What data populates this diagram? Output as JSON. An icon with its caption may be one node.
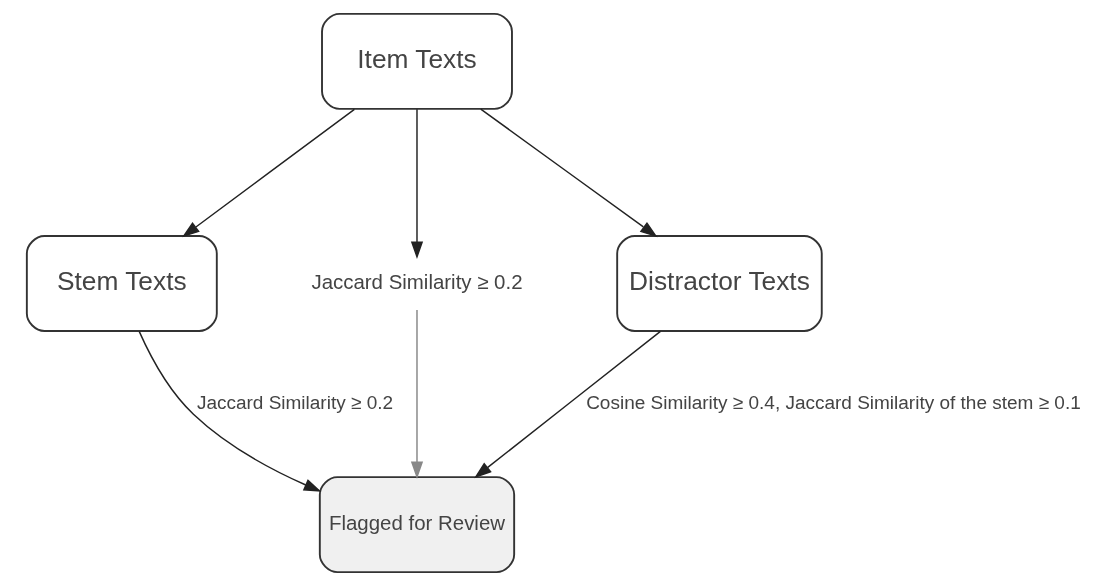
{
  "diagram": {
    "nodes": [
      {
        "text": [
          "Item Texts"
        ]
      },
      {
        "text": [
          "Stem Texts"
        ]
      },
      {
        "text": [
          "Jaccard Similarity ≥ 0.2"
        ]
      },
      {
        "text": [
          "Distractor Texts"
        ]
      },
      {
        "text": [
          "Flagged for Review"
        ]
      }
    ],
    "edges": [
      {
        "from": 0,
        "to": 1,
        "arrow": "to"
      },
      {
        "from": 0,
        "to": 2,
        "arrow": "to"
      },
      {
        "from": 0,
        "to": 3,
        "arrow": "to"
      },
      {
        "from": 1,
        "to": 4,
        "arrow": "to",
        "label": "Jaccard Similarity ≥ 0.2"
      },
      {
        "from": 2,
        "to": 4,
        "arrow": "to",
        "color": "#888888"
      },
      {
        "from": 3,
        "to": 4,
        "arrow": "to",
        "label": "Cosine Similarity ≥ 0.4, Jaccard Similarity of the stem ≥ 0.1"
      }
    ]
  }
}
